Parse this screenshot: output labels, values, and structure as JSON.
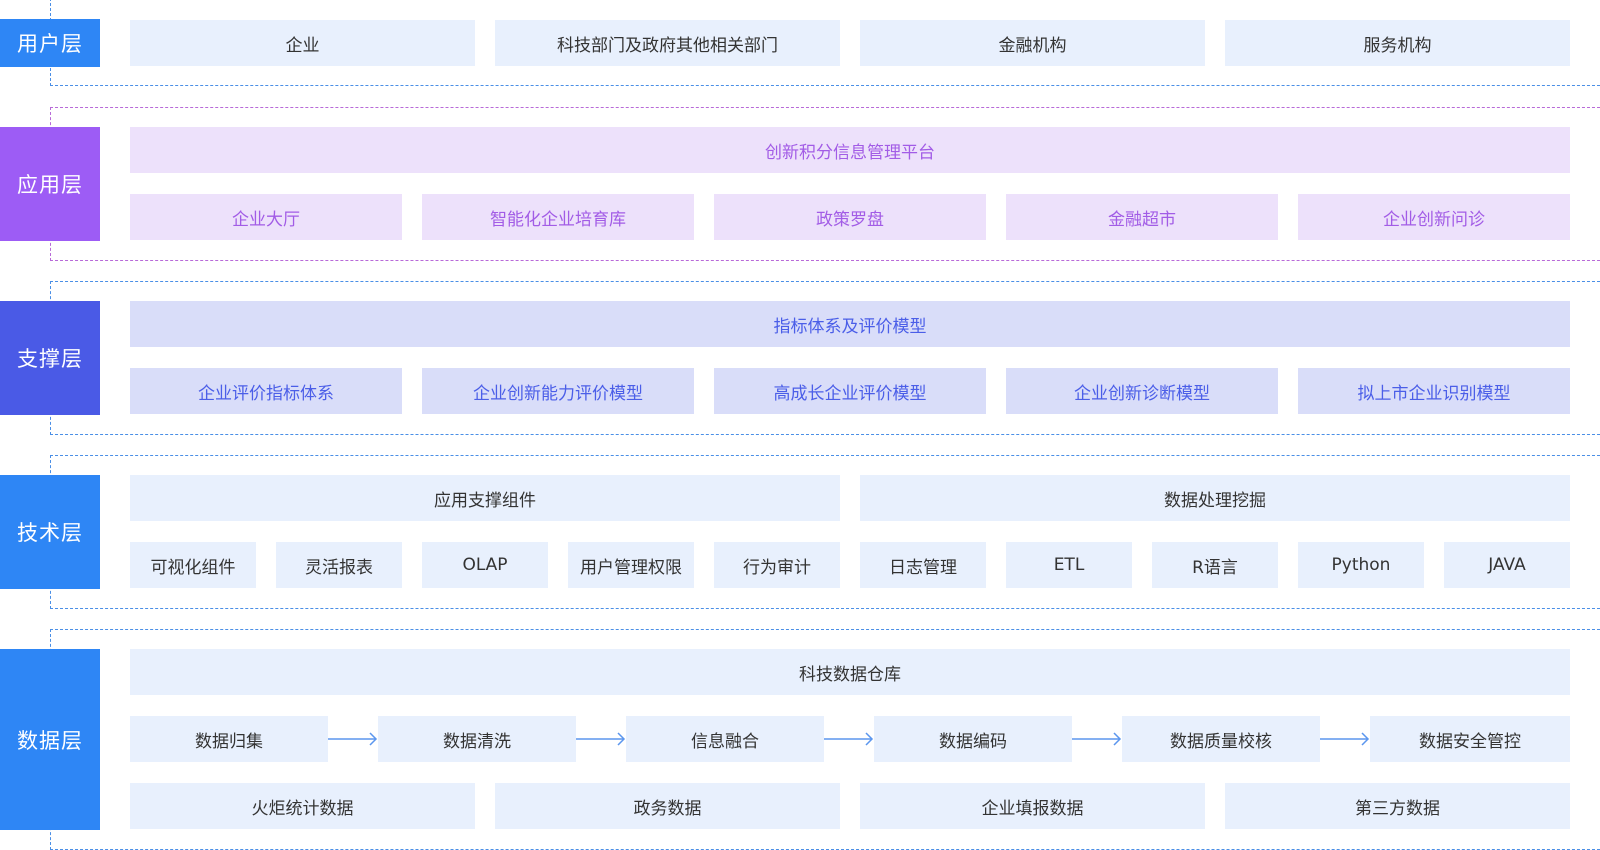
{
  "colors": {
    "user_label": "#2e86f5",
    "app_label": "#9d5cf5",
    "support_label": "#4a5ae6",
    "tech_label": "#2e86f5",
    "data_label": "#2e86f5",
    "dashed_blue": "#4a8fe6",
    "dashed_purple": "#b86ad8",
    "arrow": "#5b96ee"
  },
  "layers": {
    "user": {
      "label": "用户层",
      "items": [
        "企业",
        "科技部门及政府其他相关部门",
        "金融机构",
        "服务机构"
      ]
    },
    "application": {
      "label": "应用层",
      "header": "创新积分信息管理平台",
      "items": [
        "企业大厅",
        "智能化企业培育库",
        "政策罗盘",
        "金融超市",
        "企业创新问诊"
      ]
    },
    "support": {
      "label": "支撑层",
      "header": "指标体系及评价模型",
      "items": [
        "企业评价指标体系",
        "企业创新能力评价模型",
        "高成长企业评价模型",
        "企业创新诊断模型",
        "拟上市企业识别模型"
      ]
    },
    "technology": {
      "label": "技术层",
      "groups": [
        "应用支撑组件",
        "数据处理挖掘"
      ],
      "items": [
        "可视化组件",
        "灵活报表",
        "OLAP",
        "用户管理权限",
        "行为审计",
        "日志管理",
        "ETL",
        "R语言",
        "Python",
        "JAVA"
      ]
    },
    "data": {
      "label": "数据层",
      "header": "科技数据仓库",
      "flow": [
        "数据归集",
        "数据清洗",
        "信息融合",
        "数据编码",
        "数据质量校核",
        "数据安全管控"
      ],
      "sources": [
        "火炬统计数据",
        "政务数据",
        "企业填报数据",
        "第三方数据"
      ]
    }
  }
}
